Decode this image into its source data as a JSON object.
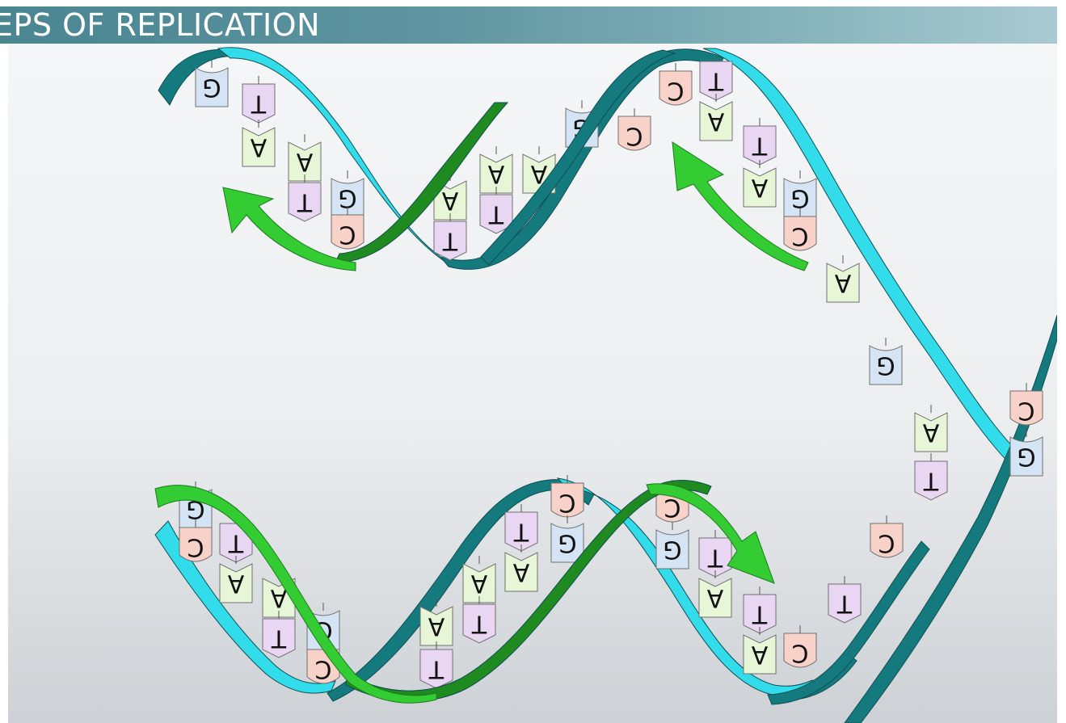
{
  "banner": {
    "title": "EPS OF REPLICATION"
  },
  "colors": {
    "strand_teal": "#157a7e",
    "strand_cyan": "#33dcea",
    "new_strand_green": "#33cc33",
    "new_strand_dark": "#1f8a1f",
    "A": "#e8f6d8",
    "T": "#e8d6f2",
    "G": "#d4e4f4",
    "C": "#f8d2c8"
  },
  "bases": [
    {
      "id": "g-top-1",
      "letter": "G"
    },
    {
      "id": "t-top-1",
      "letter": "T"
    },
    {
      "id": "a-top-1",
      "letter": "A"
    },
    {
      "id": "a-top-2",
      "letter": "A"
    },
    {
      "id": "t-top-2",
      "letter": "T"
    },
    {
      "id": "g-top-2",
      "letter": "G"
    },
    {
      "id": "c-top-1",
      "letter": "C"
    },
    {
      "id": "a-top-3",
      "letter": "A"
    },
    {
      "id": "t-top-3",
      "letter": "T"
    },
    {
      "id": "a-top-4",
      "letter": "A"
    },
    {
      "id": "t-top-4",
      "letter": "T"
    },
    {
      "id": "a-top-5",
      "letter": "A"
    },
    {
      "id": "g-top-3",
      "letter": "G"
    },
    {
      "id": "c-top-2",
      "letter": "C"
    },
    {
      "id": "c-top-3",
      "letter": "C"
    },
    {
      "id": "t-top-5",
      "letter": "T"
    },
    {
      "id": "a-top-6",
      "letter": "A"
    },
    {
      "id": "t-top-6",
      "letter": "T"
    },
    {
      "id": "a-top-7",
      "letter": "A"
    },
    {
      "id": "g-top-4",
      "letter": "G"
    },
    {
      "id": "c-top-4",
      "letter": "C"
    },
    {
      "id": "a-mid-1",
      "letter": "A"
    },
    {
      "id": "g-mid-1",
      "letter": "G"
    },
    {
      "id": "a-mid-2",
      "letter": "A"
    },
    {
      "id": "t-mid-1",
      "letter": "T"
    },
    {
      "id": "c-mid-1",
      "letter": "C"
    },
    {
      "id": "t-mid-2",
      "letter": "T"
    },
    {
      "id": "c-right-1",
      "letter": "C"
    },
    {
      "id": "g-right-1",
      "letter": "G"
    },
    {
      "id": "g-bot-1",
      "letter": "G"
    },
    {
      "id": "c-bot-1",
      "letter": "C"
    },
    {
      "id": "t-bot-1",
      "letter": "T"
    },
    {
      "id": "a-bot-1",
      "letter": "A"
    },
    {
      "id": "a-bot-2",
      "letter": "A"
    },
    {
      "id": "t-bot-2",
      "letter": "T"
    },
    {
      "id": "g-bot-2",
      "letter": "G"
    },
    {
      "id": "c-bot-2",
      "letter": "C"
    },
    {
      "id": "a-bot-3",
      "letter": "A"
    },
    {
      "id": "t-bot-3",
      "letter": "T"
    },
    {
      "id": "a-bot-4",
      "letter": "A"
    },
    {
      "id": "t-bot-4",
      "letter": "T"
    },
    {
      "id": "t-bot-5",
      "letter": "T"
    },
    {
      "id": "a-bot-5",
      "letter": "A"
    },
    {
      "id": "c-bot-3",
      "letter": "C"
    },
    {
      "id": "g-bot-3",
      "letter": "G"
    },
    {
      "id": "c-bot-4",
      "letter": "C"
    },
    {
      "id": "g-bot-4",
      "letter": "G"
    },
    {
      "id": "t-bot-6",
      "letter": "T"
    },
    {
      "id": "a-bot-6",
      "letter": "A"
    },
    {
      "id": "t-bot-7",
      "letter": "T"
    },
    {
      "id": "a-bot-7",
      "letter": "A"
    },
    {
      "id": "c-bot-5",
      "letter": "C"
    }
  ]
}
